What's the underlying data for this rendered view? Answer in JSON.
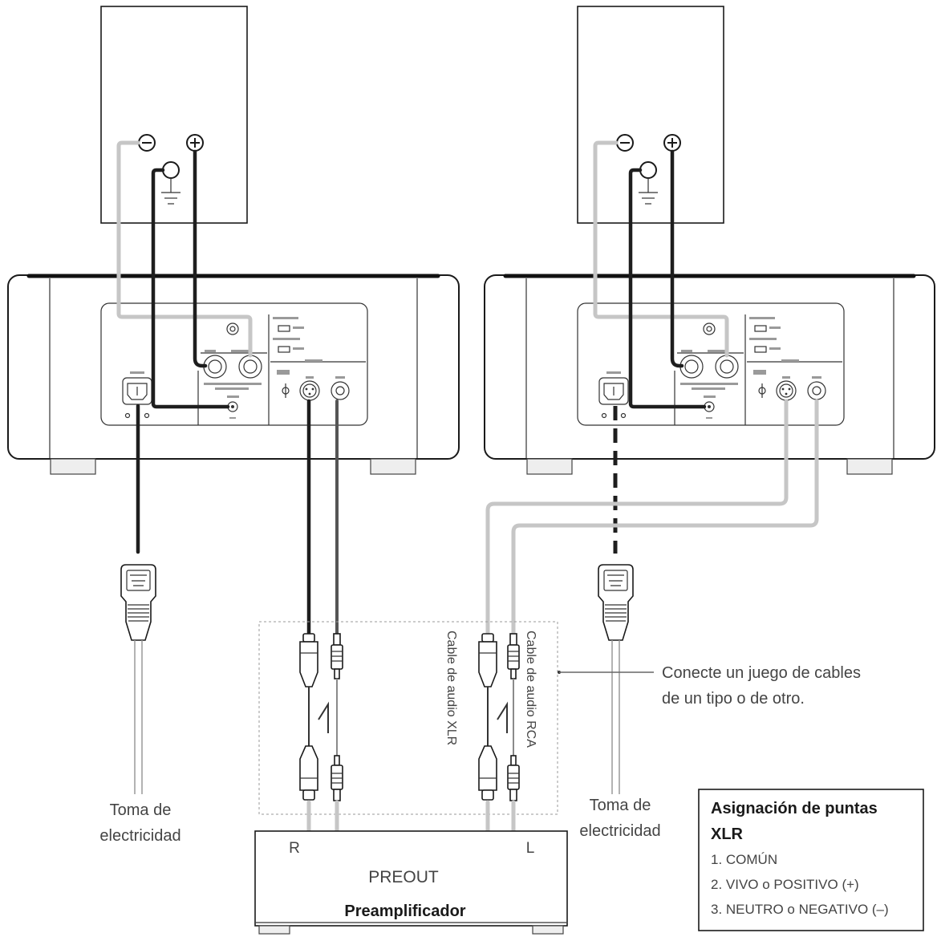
{
  "colors": {
    "dark_cable": "#1e1e1e",
    "light_cable": "#c6c6c6"
  },
  "terminal_icons": [
    "minus-terminal-icon",
    "plus-terminal-icon",
    "ground-icon"
  ],
  "cable_labels": {
    "xlr": "Cable de audio XLR",
    "rca": "Cable de audio RCA"
  },
  "callout": {
    "line1": "Conecte un juego de cables",
    "line2": "de un tipo o de otro."
  },
  "outlet_left": {
    "line1": "Toma de",
    "line2": "electricidad"
  },
  "outlet_right": {
    "line1": "Toma de",
    "line2": "electricidad"
  },
  "preamp": {
    "channel_r": "R",
    "channel_l": "L",
    "output": "PREOUT",
    "name": "Preamplificador"
  },
  "xlr_pins": {
    "title_line1": "Asignación de puntas",
    "title_line2": "XLR",
    "pins": [
      "1. COMÚN",
      "2. VIVO o POSITIVO (+)",
      "3. NEUTRO o NEGATIVO (–)"
    ]
  }
}
